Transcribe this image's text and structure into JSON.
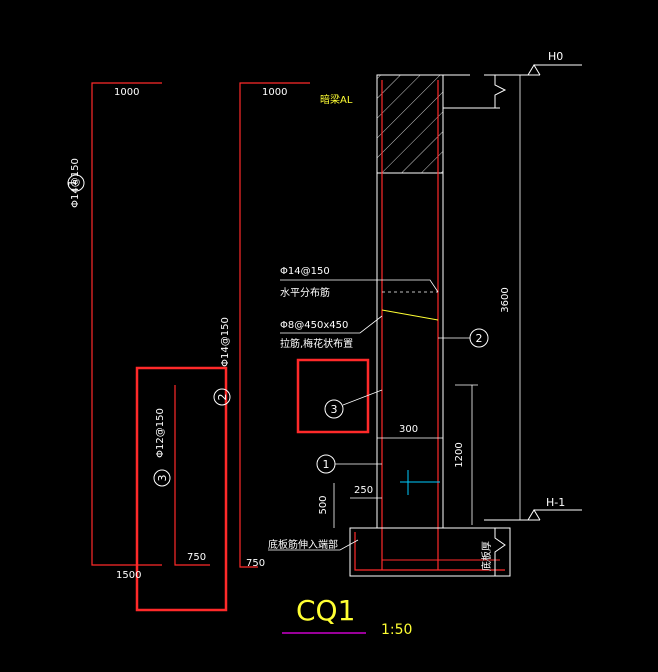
{
  "drawing": {
    "title": "CQ1",
    "scale": "1:50",
    "level_top": "H0",
    "level_bottom": "H-1",
    "colors": {
      "background": "#000000",
      "rebar": "#ff2a2a",
      "wall_line": "#ffffff",
      "annotation_yellow": "#ffff33",
      "highlight_box": "#ff2a2a",
      "title_underline": "#cc00cc",
      "cyan_mark": "#00ccff"
    }
  },
  "rebar_details": {
    "bar1": {
      "number": "1",
      "spec": "Φ14@150",
      "length_top": "1000"
    },
    "bar2": {
      "number": "2",
      "spec": "Φ14@150",
      "length_top": "1000",
      "length_bottom": "750"
    },
    "bar3": {
      "number": "3",
      "spec": "Φ12@150",
      "length_bottom_left": "1500",
      "length_bottom_right": "750"
    }
  },
  "section": {
    "beam_label": "暗梁AL",
    "horizontal_bar_spec": "Φ14@150",
    "horizontal_bar_note": "水平分布筋",
    "tie_spec": "Φ8@450x450",
    "tie_note": "拉筋,梅花状布置",
    "anchor_note": "底板筋伸入端部",
    "dim_height": "3600",
    "dim_width": "300",
    "dim_lap": "1200",
    "dim_250": "250",
    "dim_500": "500",
    "slab_label": "底板厚",
    "callout_1": "1",
    "callout_2": "2",
    "callout_3": "3"
  }
}
